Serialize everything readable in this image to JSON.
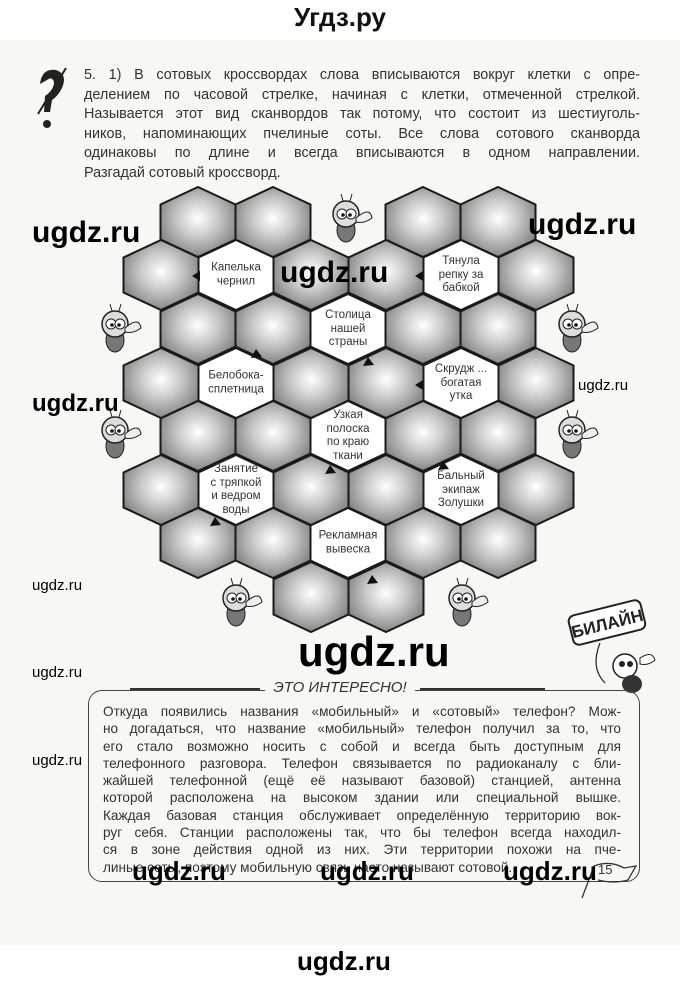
{
  "site_title": "Угдз.ру",
  "watermark": "ugdz.ru",
  "task": {
    "lines": [
      "5. 1) В сотовых кроссвордах слова вписываются вокруг клетки с опре-",
      "делением по часовой стрелке, начиная с клетки, отмеченной стрелкой.",
      "Называется этот вид сканвордов так потому, что состоит из шестиуголь-",
      "ников, напоминающих пчелиные соты. Все слова сотового сканворда",
      "одинаковы по длине и всегда вписываются в одном направлении.",
      "Разгадай сотовый кроссворд."
    ],
    "icon": "question-pen-icon"
  },
  "crossword": {
    "clues": [
      "Капелька\nчернил",
      "Тянула\nрепку за\nбабкой",
      "Столица\nнашей\nстраны",
      "Белобока-\nсплетница",
      "Скрудж ...\nбогатая\nутка",
      "Узкая\nполоска\nпо краю\nткани",
      "Занятие\nс тряпкой\nи ведром\nводы",
      "Бальный\nэкипаж\nЗолушки",
      "Рекламная\nвывеска"
    ],
    "cell_color": "#8a8a8a",
    "clue_cell_color": "#ffffff"
  },
  "logo_text": "БИЛАЙН",
  "interesting": {
    "title": "ЭТО ИНТЕРЕСНО!",
    "lines": [
      "Откуда появились названия «мобильный» и «сотовый» телефон? Мож-",
      "но догадаться, что название «мобильный» телефон получил за то, что",
      "его стало возможно носить с собой и всегда быть доступным для",
      "телефонного разговора. Телефон связывается по радиоканалу с бли-",
      "жайшей телефонной (ещё её называют базовой) станцией, антенна",
      "которой расположена на высоком здании или специальной вышке.",
      "Каждая базовая станция обслуживает определённую территорию вок-",
      "руг себя. Станции расположены так, что бы телефон всегда находил-",
      "ся в зоне действия одной из них. Эти территории похожи на пче-",
      "линые соты, поэтому мобильную связь часто называют сотовой."
    ]
  },
  "page_number": "15"
}
